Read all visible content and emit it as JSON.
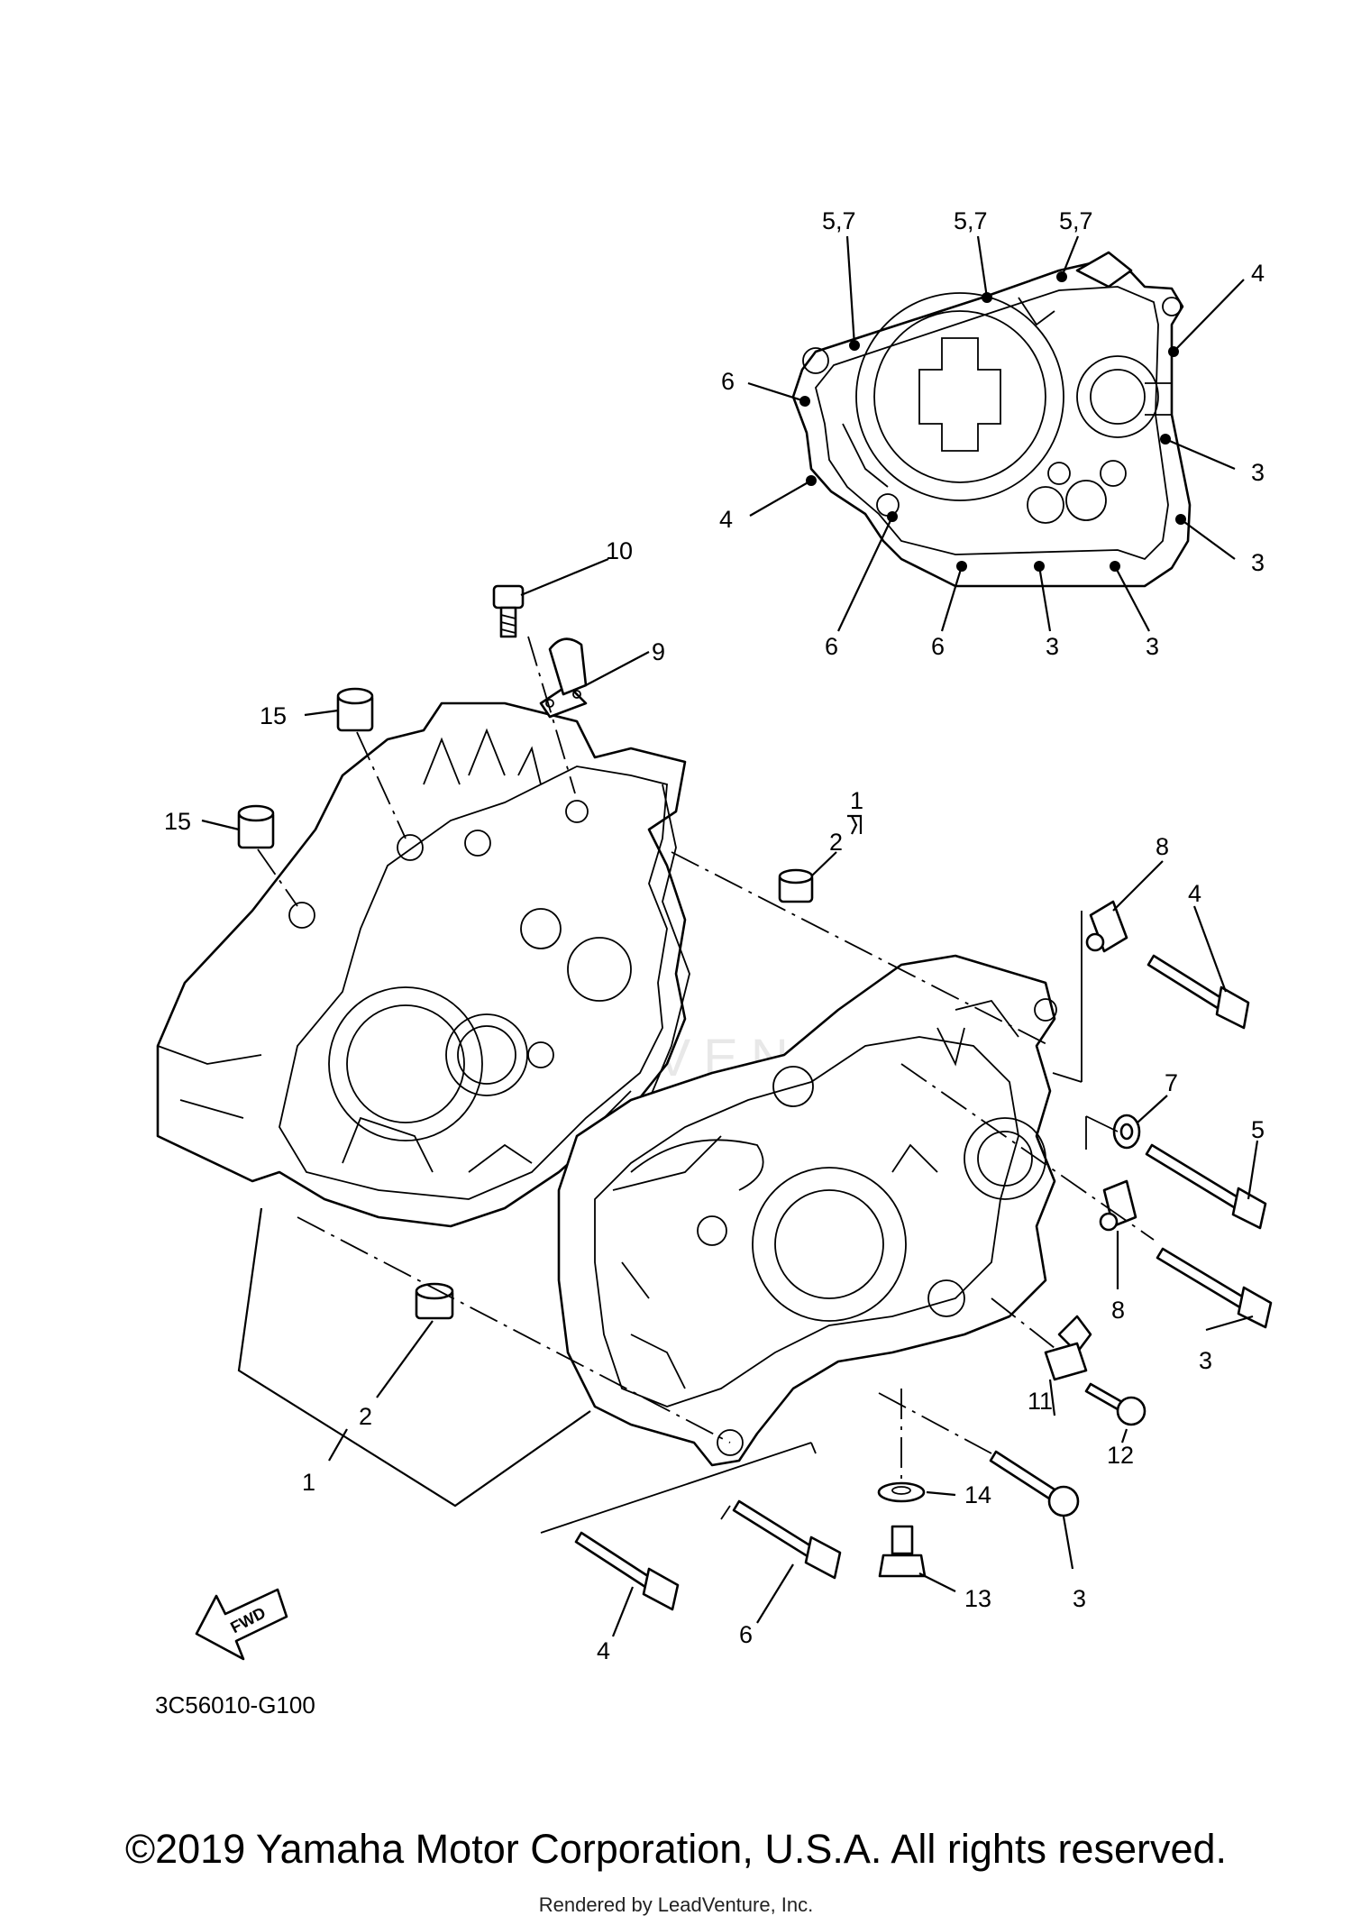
{
  "diagram": {
    "code": "3C56010-G100",
    "fwd_label": "FWD",
    "watermark": "LEADVENTURE",
    "copyright": "©2019 Yamaha Motor Corporation, U.S.A. All rights reserved.",
    "rendered_by": "Rendered by LeadVenture, Inc."
  },
  "callouts": [
    {
      "id": "c-57a",
      "text": "5,7"
    },
    {
      "id": "c-57b",
      "text": "5,7"
    },
    {
      "id": "c-57c",
      "text": "5,7"
    },
    {
      "id": "c-4-top",
      "text": "4"
    },
    {
      "id": "c-6-left",
      "text": "6"
    },
    {
      "id": "c-4-left",
      "text": "4"
    },
    {
      "id": "c-3-r1",
      "text": "3"
    },
    {
      "id": "c-3-r2",
      "text": "3"
    },
    {
      "id": "c-6-b1",
      "text": "6"
    },
    {
      "id": "c-6-b2",
      "text": "6"
    },
    {
      "id": "c-3-b1",
      "text": "3"
    },
    {
      "id": "c-3-b2",
      "text": "3"
    },
    {
      "id": "c-10",
      "text": "10"
    },
    {
      "id": "c-9",
      "text": "9"
    },
    {
      "id": "c-15a",
      "text": "15"
    },
    {
      "id": "c-15b",
      "text": "15"
    },
    {
      "id": "c-1-top",
      "text": "1"
    },
    {
      "id": "c-2-top",
      "text": "2"
    },
    {
      "id": "c-8-top",
      "text": "8"
    },
    {
      "id": "c-4-right",
      "text": "4"
    },
    {
      "id": "c-7",
      "text": "7"
    },
    {
      "id": "c-5",
      "text": "5"
    },
    {
      "id": "c-8-mid",
      "text": "8"
    },
    {
      "id": "c-3-right",
      "text": "3"
    },
    {
      "id": "c-11",
      "text": "11"
    },
    {
      "id": "c-12",
      "text": "12"
    },
    {
      "id": "c-2-bot",
      "text": "2"
    },
    {
      "id": "c-1-bot",
      "text": "1"
    },
    {
      "id": "c-14",
      "text": "14"
    },
    {
      "id": "c-13",
      "text": "13"
    },
    {
      "id": "c-3-bot",
      "text": "3"
    },
    {
      "id": "c-4-bot",
      "text": "4"
    },
    {
      "id": "c-6-bot",
      "text": "6"
    }
  ]
}
